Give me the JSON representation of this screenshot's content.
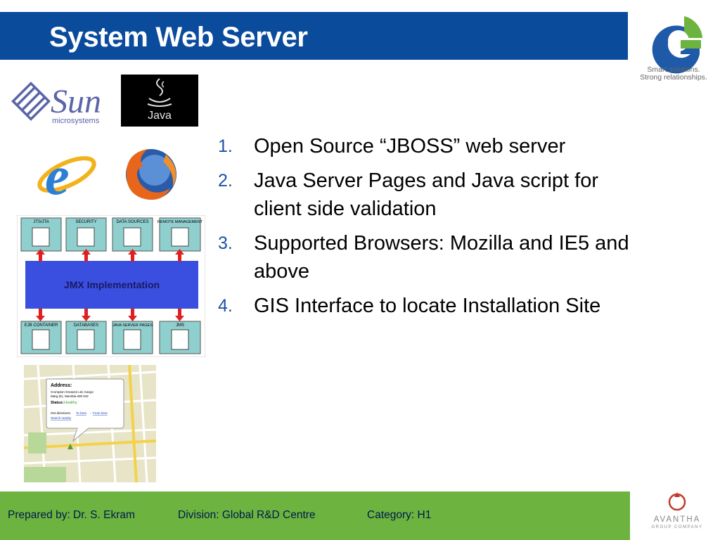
{
  "header": {
    "title": "System Web Server"
  },
  "logo": {
    "tagline_line1": "Smart solutions.",
    "tagline_line2": "Strong relationships."
  },
  "images": {
    "sun_text": "Sun",
    "sun_sub": "microsystems",
    "java_label": "Java",
    "jmx": {
      "top": [
        "JTS/JTA",
        "SECURITY",
        "DATA SOURCES",
        "REMOTE MANAGEMENT"
      ],
      "bottom": [
        "EJB CONTAINER",
        "DATABASES",
        "JAVA SERVER PAGES",
        "JMS"
      ],
      "center": "JMX Implementation"
    },
    "map": {
      "address_label": "Address:",
      "address_line1": "Crompton Greaves Ltd, Kanjur",
      "address_line2": "Marg (E), Mumbai-400 042",
      "status_label": "Status:",
      "status_value": "Healthy",
      "get_directions": "Get directions:",
      "to_here": "To here",
      "sep": "-",
      "from_here": "From here",
      "search_nearby": "Search nearby"
    }
  },
  "bullets": [
    {
      "num": "1.",
      "text": "Open Source “JBOSS” web server"
    },
    {
      "num": "2.",
      "text": "Java Server Pages and Java script for client side validation"
    },
    {
      "num": "3.",
      "text": "Supported Browsers: Mozilla and IE5 and above"
    },
    {
      "num": "4.",
      "text": "GIS Interface to locate Installation Site"
    }
  ],
  "footer": {
    "prepared": "Prepared by: Dr. S. Ekram",
    "division": "Division: Global R&D Centre",
    "category": "Category: H1"
  },
  "avantha": {
    "name": "AVANTHA",
    "sub": "GROUP COMPANY"
  },
  "colors": {
    "title_bar": "#0a4b9c",
    "footer": "#6cb33f",
    "bullet_num": "#1a52a6",
    "logo_blue": "#1f5aa8",
    "logo_green": "#6cb33f"
  }
}
